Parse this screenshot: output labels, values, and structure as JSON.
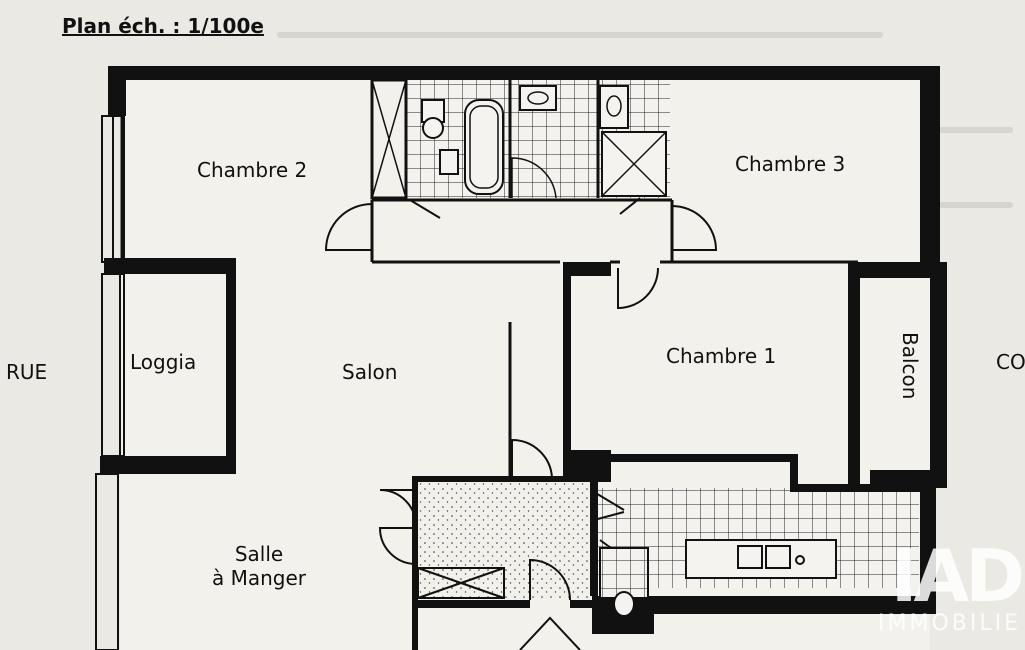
{
  "title": "Plan éch. : 1/100e",
  "rooms": {
    "chambre_2": "Chambre 2",
    "chambre_3": "Chambre 3",
    "chambre_1": "Chambre 1",
    "loggia": "Loggia",
    "salon": "Salon",
    "balcon": "Balcon",
    "salle_line1": "Salle",
    "salle_line2": "à Manger"
  },
  "sides": {
    "left": "RUE",
    "right": "CO"
  },
  "watermark": {
    "brand": "IAD",
    "text": "IMMOBILIE"
  },
  "colors": {
    "paper": "#ebe9e3",
    "ink": "#111111"
  }
}
